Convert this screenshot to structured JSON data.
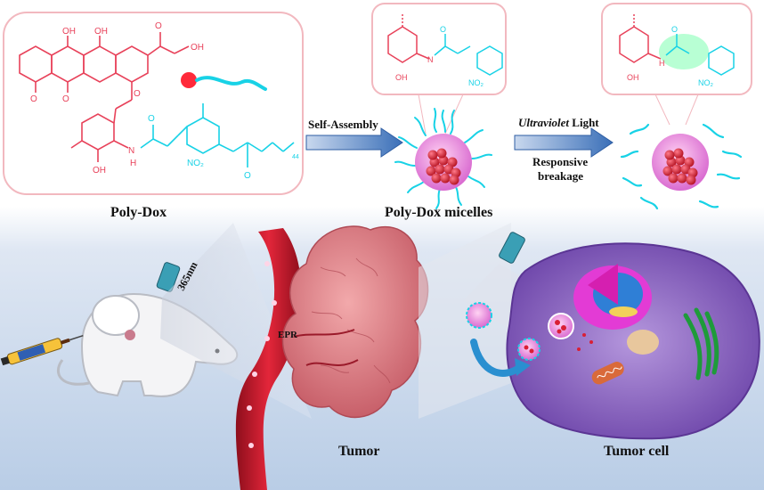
{
  "labels": {
    "poly_dox": "Poly-Dox",
    "self_assembly": "Self-Assembly",
    "micelles": "Poly-Dox micelles",
    "uv_italic": "Ultraviolet",
    "uv_light": " Light",
    "responsive": "Responsive",
    "breakage": "breakage",
    "wavelength": "365nm",
    "epr": "EPR",
    "tumor": "Tumor",
    "tumor_cell": "Tumor cell"
  },
  "chem": {
    "oh": "OH",
    "o": "O",
    "h": "H",
    "n": "N",
    "no2": "NO₂",
    "ch2oh": "OH",
    "sub44": "44"
  },
  "colors": {
    "dox_red": "#e8425a",
    "peg_cyan": "#18d2e6",
    "lower_bg": "#cfdcee",
    "vessel": "#c7182a",
    "tumor": "#e58a8e",
    "cell": "#8a64c2",
    "micelle_core": "#d91f35"
  }
}
